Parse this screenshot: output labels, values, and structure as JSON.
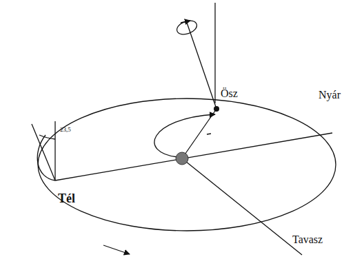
{
  "diagram": {
    "labels": [
      "Ösz",
      "Nyár",
      "Tél",
      "Tavasz",
      "23,5"
    ]
  }
}
